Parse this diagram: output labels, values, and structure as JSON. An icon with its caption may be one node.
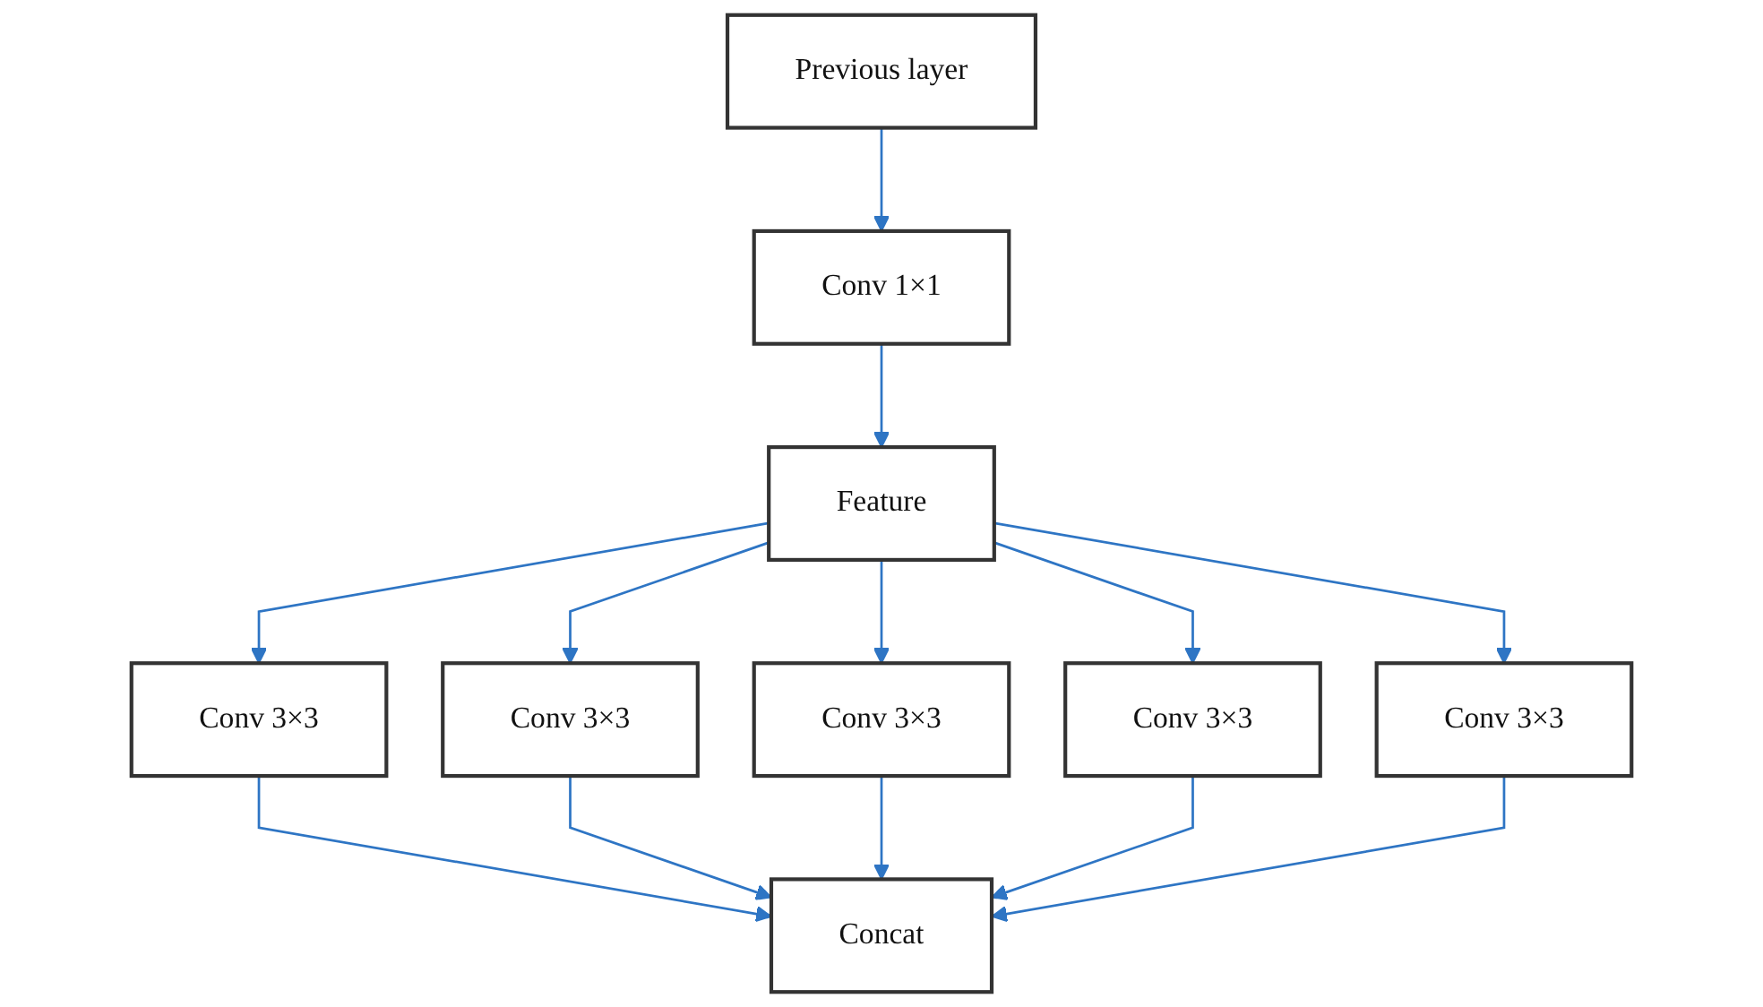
{
  "diagram": {
    "nodes": [
      {
        "text": [
          "Previous layer"
        ]
      },
      {
        "text": [
          "Conv 1×1"
        ]
      },
      {
        "text": [
          "Feature"
        ]
      },
      {
        "text": [
          "Conv 3×3"
        ]
      },
      {
        "text": [
          "Conv 3×3"
        ]
      },
      {
        "text": [
          "Conv 3×3"
        ]
      },
      {
        "text": [
          "Conv 3×3"
        ]
      },
      {
        "text": [
          "Conv 3×3"
        ]
      },
      {
        "text": [
          "Concat"
        ]
      }
    ],
    "edges": [
      {
        "from": 0,
        "to": 1,
        "arrow": "to"
      },
      {
        "from": 1,
        "to": 2,
        "arrow": "to"
      },
      {
        "from": 2,
        "to": 3,
        "arrow": "to"
      },
      {
        "from": 2,
        "to": 4,
        "arrow": "to"
      },
      {
        "from": 2,
        "to": 5,
        "arrow": "to"
      },
      {
        "from": 2,
        "to": 6,
        "arrow": "to"
      },
      {
        "from": 2,
        "to": 7,
        "arrow": "to"
      },
      {
        "from": 3,
        "to": 8,
        "arrow": "to"
      },
      {
        "from": 4,
        "to": 8,
        "arrow": "to"
      },
      {
        "from": 5,
        "to": 8,
        "arrow": "to"
      },
      {
        "from": 6,
        "to": 8,
        "arrow": "to"
      },
      {
        "from": 7,
        "to": 8,
        "arrow": "to"
      }
    ]
  }
}
